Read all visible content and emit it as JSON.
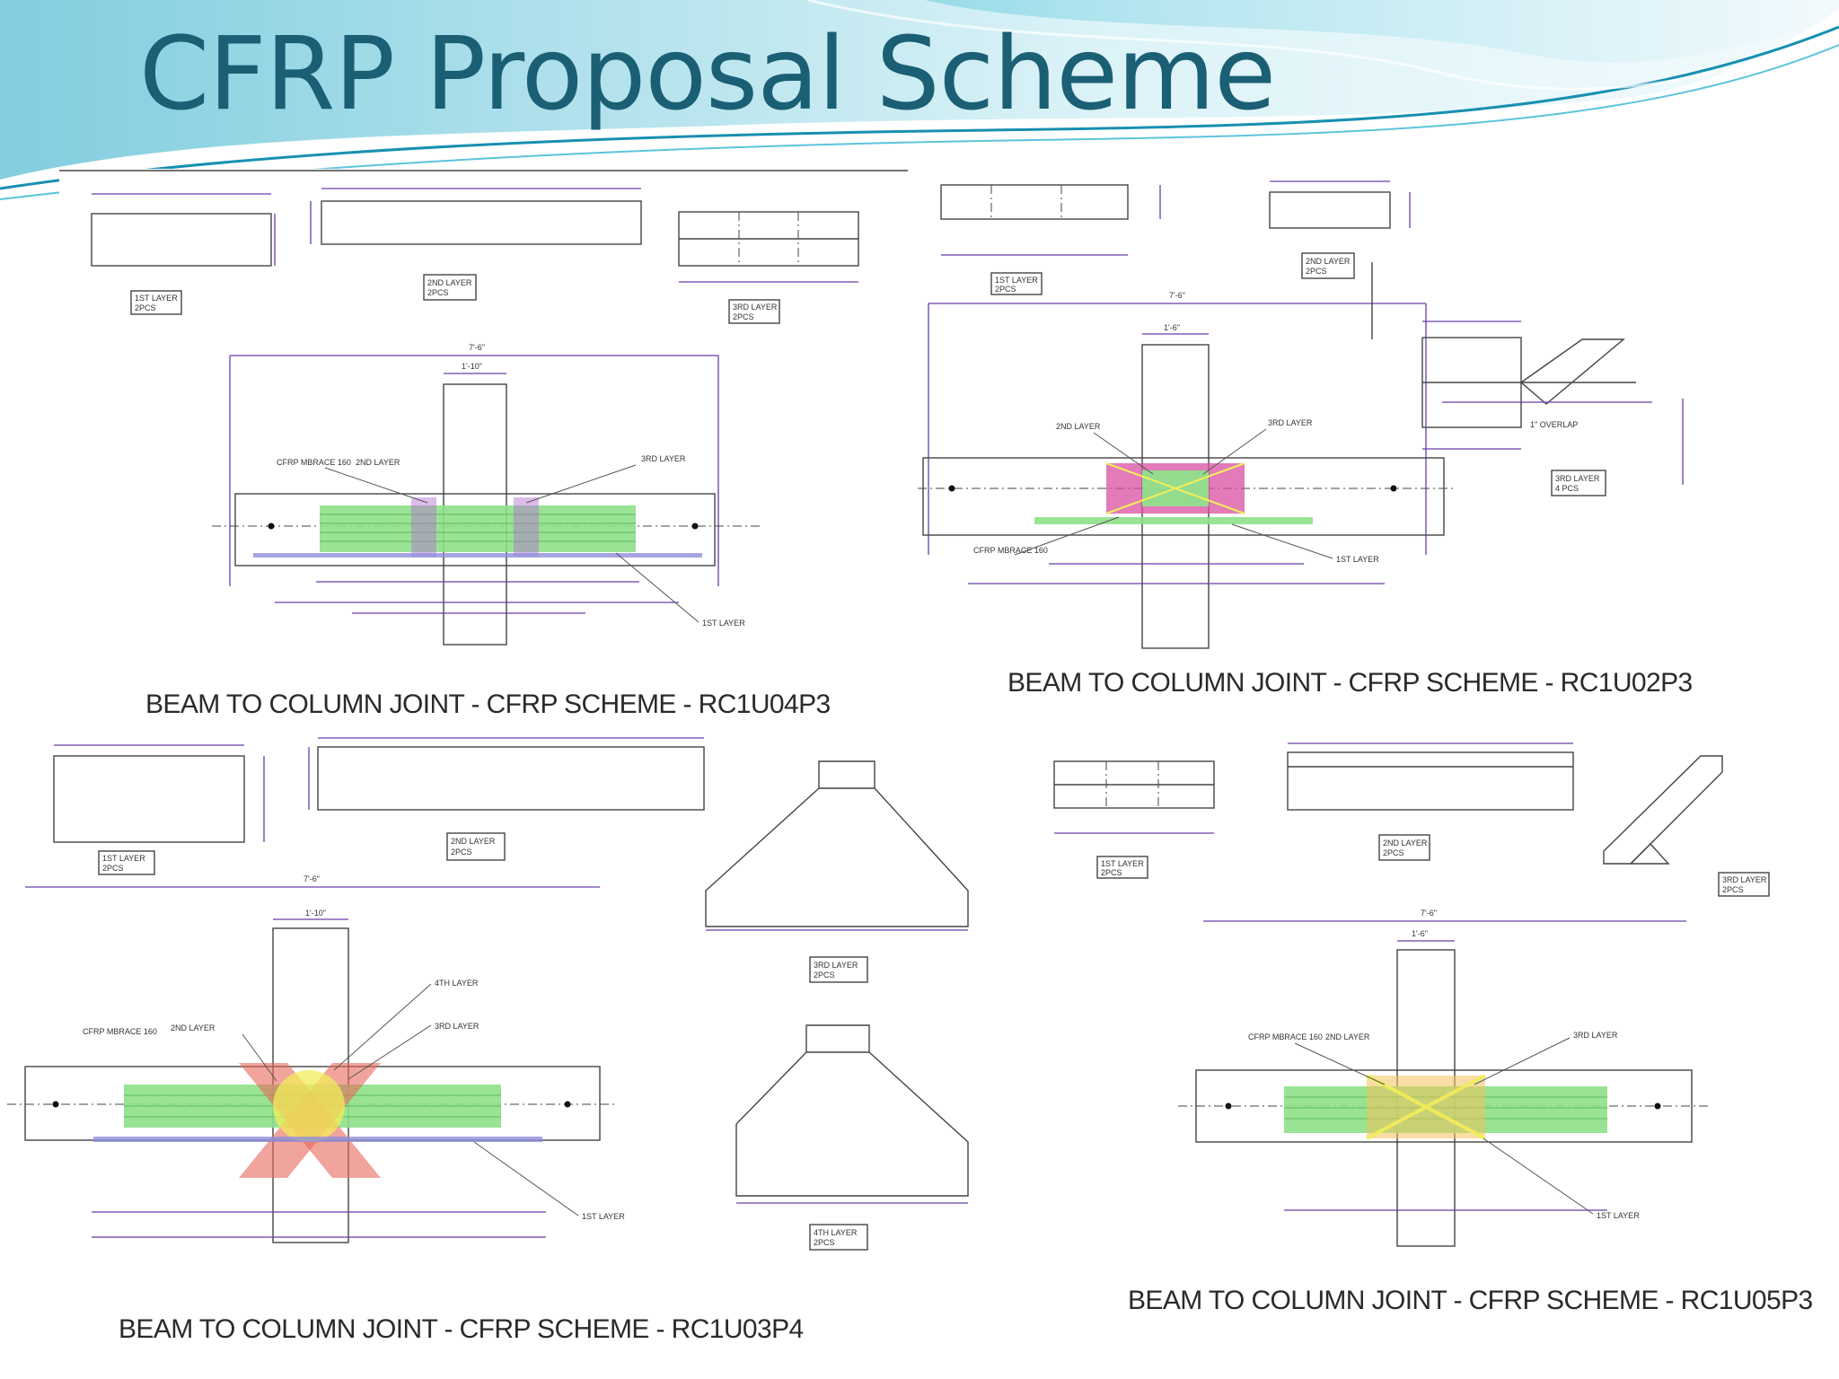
{
  "slide": {
    "title": "CFRP Proposal Scheme"
  },
  "panels": [
    {
      "id": "p1",
      "caption": "BEAM TO COLUMN JOINT - CFRP SCHEME - RC1U04P3",
      "labels": {
        "l1": "1ST LAYER",
        "l1q": "2PCS",
        "l2": "2ND LAYER",
        "l2q": "2PCS",
        "l3": "3RD LAYER",
        "l3q": "2PCS",
        "wrap": "CFRP MBRACE 160",
        "second": "2ND LAYER",
        "third": "3RD LAYER",
        "first": "1ST LAYER",
        "top_dim": "7'-6\"",
        "col_dim": "1'-10\""
      }
    },
    {
      "id": "p2",
      "caption": "BEAM TO COLUMN JOINT - CFRP SCHEME - RC1U02P3",
      "labels": {
        "l1": "1ST LAYER",
        "l1q": "2PCS",
        "l2": "2ND LAYER",
        "l2q": "2PCS",
        "l3": "3RD LAYER",
        "l3q": "4 PCS",
        "wrap": "CFRP MBRACE 160",
        "second": "2ND LAYER",
        "third": "3RD LAYER",
        "first": "1ST LAYER",
        "overlap": "1\" OVERLAP",
        "top_dim": "7'-6\"",
        "col_dim": "1'-6\""
      }
    },
    {
      "id": "p3",
      "caption": "BEAM TO COLUMN JOINT - CFRP SCHEME - RC1U03P4",
      "labels": {
        "l1": "1ST LAYER",
        "l1q": "2PCS",
        "l2": "2ND LAYER",
        "l2q": "2PCS",
        "l3": "3RD LAYER",
        "l3q": "2PCS",
        "l4": "4TH LAYER",
        "l4q": "2PCS",
        "wrap": "CFRP MBRACE 160",
        "second": "2ND LAYER",
        "third": "3RD LAYER",
        "fourth": "4TH LAYER",
        "first": "1ST LAYER",
        "top_dim": "7'-6\"",
        "col_dim": "1'-10\""
      }
    },
    {
      "id": "p4",
      "caption": "BEAM TO COLUMN JOINT - CFRP SCHEME - RC1U05P3",
      "labels": {
        "l1": "1ST LAYER",
        "l1q": "2PCS",
        "l2": "2ND LAYER",
        "l2q": "2PCS",
        "l3": "3RD LAYER",
        "l3q": "2PCS",
        "wrap": "CFRP MBRACE 160",
        "second": "2ND LAYER",
        "third": "3RD LAYER",
        "first": "1ST LAYER",
        "top_dim": "7'-6\"",
        "col_dim": "1'-6\""
      }
    }
  ],
  "colors": {
    "title": "#1b5f74",
    "cfrp_green": "#8fe08a",
    "cfrp_magenta": "#d84fa0",
    "cfrp_red": "#e8675a",
    "cfrp_yellow": "#f2ee5a",
    "dimension": "#6a3da8"
  }
}
